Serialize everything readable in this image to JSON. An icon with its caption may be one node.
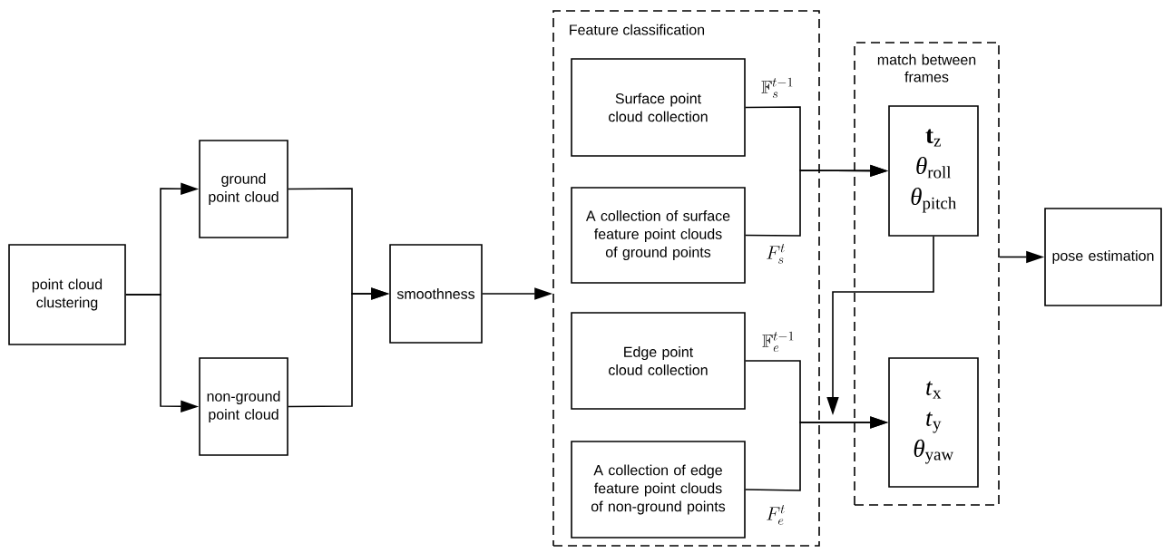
{
  "diagram": {
    "nodes": [
      {
        "text": [
          "point cloud clustering"
        ]
      },
      {
        "text": [
          "ground point cloud"
        ]
      },
      {
        "text": [
          "non-ground point cloud"
        ]
      },
      {
        "text": [
          "smoothness"
        ]
      },
      {
        "text": [
          "Feature classification"
        ]
      },
      {
        "text": [
          "Surface point cloud collection"
        ],
        "in": 4
      },
      {
        "text": [
          "A collection of surface feature point clouds of ground points"
        ],
        "in": 4
      },
      {
        "text": [
          "Edge point cloud collection"
        ],
        "in": 4
      },
      {
        "text": [
          "A collection of edge feature point clouds of non-ground points"
        ],
        "in": 4
      },
      {
        "text": [
          "match between frames"
        ]
      },
      {
        "text": [
          "**t**$_{z}$",
          "*θ*$_{roll}$",
          "*θ*$_{pitch}$"
        ],
        "in": 9
      },
      {
        "text": [
          "*t*$_{x}$",
          "*t*$_{y}$",
          "*θ*$_{yaw}$"
        ],
        "in": 9
      },
      {
        "text": [
          "pose estimation"
        ]
      }
    ],
    "edges": [
      {
        "from": 0,
        "to": 1,
        "arrow": "to"
      },
      {
        "from": 0,
        "to": 2,
        "arrow": "to"
      },
      {
        "from": 1,
        "to": 3,
        "arrow": "to"
      },
      {
        "from": 2,
        "to": 3,
        "arrow": "to"
      },
      {
        "from": 3,
        "to": 4,
        "arrow": "to"
      },
      {
        "from": 5,
        "to": 10,
        "arrow": "to",
        "label": "\\mathbb{F}_s^{t-1}"
      },
      {
        "from": 6,
        "to": 10,
        "arrow": "to",
        "label": "F_s^t"
      },
      {
        "from": 7,
        "to": 11,
        "arrow": "to",
        "label": "\\mathbb{F}_e^{t-1}"
      },
      {
        "from": 8,
        "to": 11,
        "arrow": "to",
        "label": "F_e^t"
      },
      {
        "from": 10,
        "to": 11,
        "arrow": "to"
      },
      {
        "from": 9,
        "to": 12,
        "arrow": "to"
      }
    ]
  }
}
